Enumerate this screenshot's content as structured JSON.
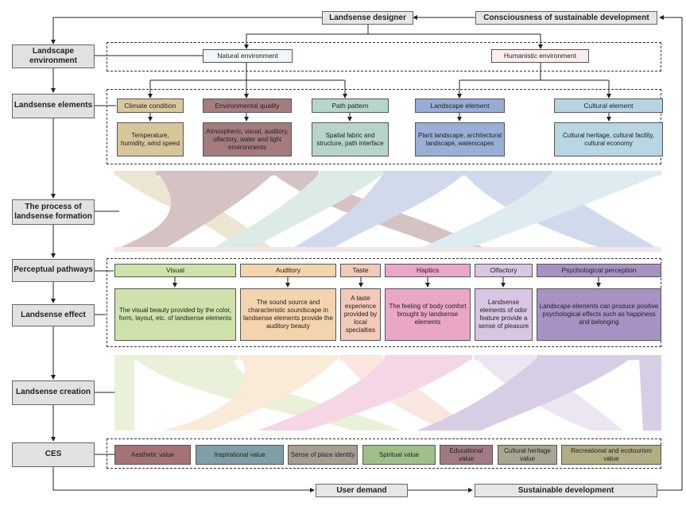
{
  "top": {
    "designer": "Landsense designer",
    "consciousness": "Consciousness of sustainable development"
  },
  "sides": {
    "landscape_environment": "Landscape environment",
    "landsense_elements": "Landsense elements",
    "process": "The process of landsense formation",
    "perceptual_pathways": "Perceptual pathways",
    "landsense_effect": "Landsense effect",
    "landsense_creation": "Landsense creation",
    "ces": "CES"
  },
  "environments": {
    "natural": "Natural environment",
    "humanistic": "Humanistic environment"
  },
  "elements": [
    {
      "label": "Climate condition",
      "desc": "Temperature, humidity, wind speed",
      "color": "#d8c89d",
      "dcolor": "#d6c69a"
    },
    {
      "label": "Environmental quality",
      "desc": "Atmospheric, visual, auditory, olfactory, water and light environments",
      "color": "#a57d80",
      "dcolor": "#a47a7c"
    },
    {
      "label": "Path pattern",
      "desc": "Spatial fabric and structure, path interface",
      "color": "#b6d5cb",
      "dcolor": "#b5d4ca"
    },
    {
      "label": "Landscape element",
      "desc": "Plant landscape, architectural landscape, waterscapes",
      "color": "#97acd6",
      "dcolor": "#9aafd6"
    },
    {
      "label": "Cultural element",
      "desc": "Cultural heritage, cultural facility, cultural economy",
      "color": "#b6d4e2",
      "dcolor": "#b8d6e4"
    }
  ],
  "pathways": [
    {
      "label": "Visual",
      "desc": "The visual beauty provided by the color, form, layout, etc. of landsense elements",
      "color": "#cfe2ab"
    },
    {
      "label": "Auditory",
      "desc": "The sound source and characteristic soundscape in landsense elements provide the auditory beauty",
      "color": "#f4d4ad"
    },
    {
      "label": "Taste",
      "desc": "A taste experience provided by local specialties",
      "color": "#f3c9b9"
    },
    {
      "label": "Haptics",
      "desc": "The feeling of body comfort brought by landsense elements",
      "color": "#eaa6c7"
    },
    {
      "label": "Olfactory",
      "desc": "Landsense elements of odor feature provide a sense of pleasure",
      "color": "#d9c6e2"
    },
    {
      "label": "Psychological perception",
      "desc": "Landscape elements can produce positive psychological effects such as happiness and belonging",
      "color": "#a892c4"
    }
  ],
  "ces_values": [
    {
      "label": "Aesthetic value",
      "color": "#a57376"
    },
    {
      "label": "Inspirational value",
      "color": "#7f9fa6"
    },
    {
      "label": "Sense of place identity",
      "color": "#a49f92"
    },
    {
      "label": "Spiritual value",
      "color": "#9fbf88"
    },
    {
      "label": "Educational value",
      "color": "#a07a83"
    },
    {
      "label": "Cultural heritage value",
      "color": "#a8a593"
    },
    {
      "label": "Recreational and ecotourism value",
      "color": "#b3ad84"
    }
  ],
  "bottom": {
    "user_demand": "User demand",
    "sustainable": "Sustainable development"
  }
}
